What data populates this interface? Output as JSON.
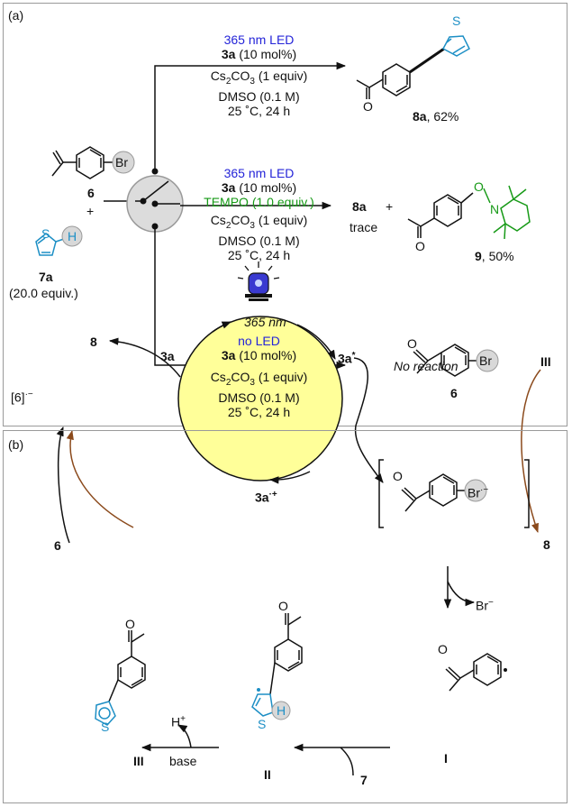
{
  "panel_a": {
    "label": "(a)",
    "reactants": {
      "aryl_bromide": {
        "br": "Br",
        "id": "6"
      },
      "plus": "+",
      "thiophene": {
        "s": "S",
        "h": "H",
        "id": "7a",
        "equiv": "(20.0 equiv.)"
      }
    },
    "conditions": {
      "top": {
        "light": "365 nm LED",
        "cat_id": "3a",
        "cat_amt": " (10 mol%)",
        "base_a": "Cs",
        "base_b": "2",
        "base_c": "CO",
        "base_d": "3",
        "base_e": " (1 equiv)",
        "solvent": "DMSO (0.1 M)",
        "temp": "25 ˚C, 24 h"
      },
      "middle": {
        "light": "365 nm LED",
        "cat_id": "3a",
        "cat_amt": " (10 mol%)",
        "additive": "TEMPO (1.0 equiv.)",
        "base_a": "Cs",
        "base_b": "2",
        "base_c": "CO",
        "base_d": "3",
        "base_e": " (1 equiv)",
        "solvent": "DMSO (0.1 M)",
        "temp": "25 ˚C, 24 h"
      },
      "bottom": {
        "light": "no LED",
        "cat_id": "3a",
        "cat_amt": " (10 mol%)",
        "base_a": "Cs",
        "base_b": "2",
        "base_c": "CO",
        "base_d": "3",
        "base_e": " (1 equiv)",
        "solvent": "DMSO (0.1 M)",
        "temp": "25 ˚C, 24 h"
      }
    },
    "products": {
      "top": {
        "s": "S",
        "o": "O",
        "id": "8a",
        "yield": ", 62%"
      },
      "middle": {
        "main_id": "8a",
        "main_note": "trace",
        "plus": "+",
        "o_ring": "O",
        "o_link": "O",
        "n": "N",
        "adduct_id": "9",
        "adduct_yield": ", 50%"
      },
      "bottom": {
        "text": "No reaction"
      }
    }
  },
  "panel_b": {
    "label": "(b)",
    "light": "365 nm",
    "cycle": {
      "top_left": "3a",
      "top_right": "3a",
      "top_right_sup": "*",
      "bottom": "3a",
      "bottom_sup": "·+"
    },
    "left": {
      "product": "8",
      "anion": "[6]",
      "anion_sup": "·−",
      "reagent": "6",
      "o": "O",
      "s": "S",
      "minus": "−",
      "id": "III"
    },
    "right": {
      "o": "O",
      "br": "Br",
      "id": "6",
      "reagent": "III",
      "product": "8",
      "bracket_o": "O",
      "bracket_br": "Br",
      "bracket_sup": "·−",
      "leaving": "Br",
      "leaving_sup": "−"
    },
    "bottom": {
      "radical_o": "O",
      "radical_id": "I",
      "reagent": "7",
      "inter_o": "O",
      "inter_s": "S",
      "inter_h": "H",
      "inter_id": "II",
      "proton": "H",
      "proton_sup": "+",
      "base": "base"
    }
  },
  "colors": {
    "accent_blue": "#2424d8",
    "green": "#179a17",
    "cyan": "#1d8fc5",
    "brown": "#8b4a1c",
    "cycle_fill": "#ffff99",
    "hl_gray": "#d8d8d8"
  }
}
